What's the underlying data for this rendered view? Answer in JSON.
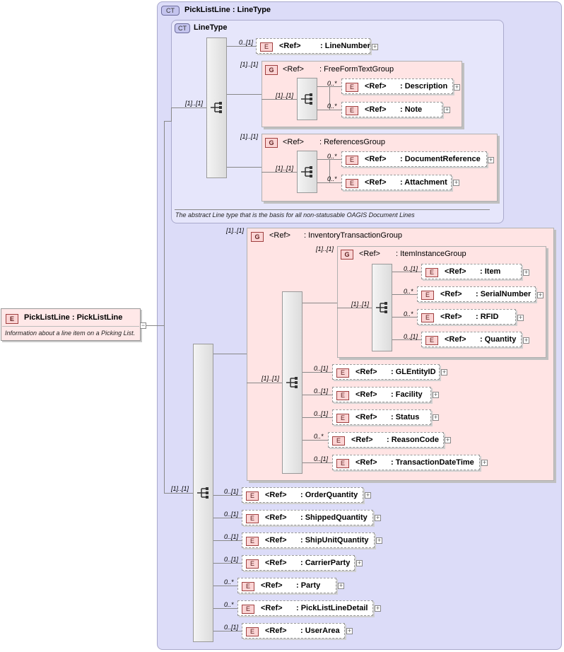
{
  "root": {
    "badge": "E",
    "label": "PickListLine : PickListLine",
    "note": "Information about a line item on a Picking List."
  },
  "outer_type": {
    "badge": "CT",
    "title": "PickListLine : LineType"
  },
  "inner_type": {
    "badge": "CT",
    "title": "LineType",
    "note": "The abstract Line type that is the basis for all non-statusable OAGIS Document Lines"
  },
  "ref_label": "<Ref>",
  "elem_badge": "E",
  "group_badge": "G",
  "cardinalities": {
    "one_one": "[1]..[1]",
    "zero_one": "0..[1]",
    "zero_many": "0..*"
  },
  "linetype": {
    "line_number": ": LineNumber",
    "free_form_group": ": FreeFormTextGroup",
    "description": ": Description",
    "note": ": Note",
    "references_group": ": ReferencesGroup",
    "document_reference": ": DocumentReference",
    "attachment": ": Attachment"
  },
  "inventory": {
    "group": ": InventoryTransactionGroup",
    "item_instance_group": ": ItemInstanceGroup",
    "item": ": Item",
    "serial_number": ": SerialNumber",
    "rfid": ": RFID",
    "quantity": ": Quantity",
    "gl_entity_id": ": GLEntityID",
    "facility": ": Facility",
    "status": ": Status",
    "reason_code": ": ReasonCode",
    "transaction_date_time": ": TransactionDateTime"
  },
  "pick": {
    "order_quantity": ": OrderQuantity",
    "shipped_quantity": ": ShippedQuantity",
    "ship_unit_quantity": ": ShipUnitQuantity",
    "carrier_party": ": CarrierParty",
    "party": ": Party",
    "pick_list_line_detail": ": PickListLineDetail",
    "user_area": ": UserArea"
  },
  "expand_symbol": "+",
  "collapse_symbol": "−"
}
